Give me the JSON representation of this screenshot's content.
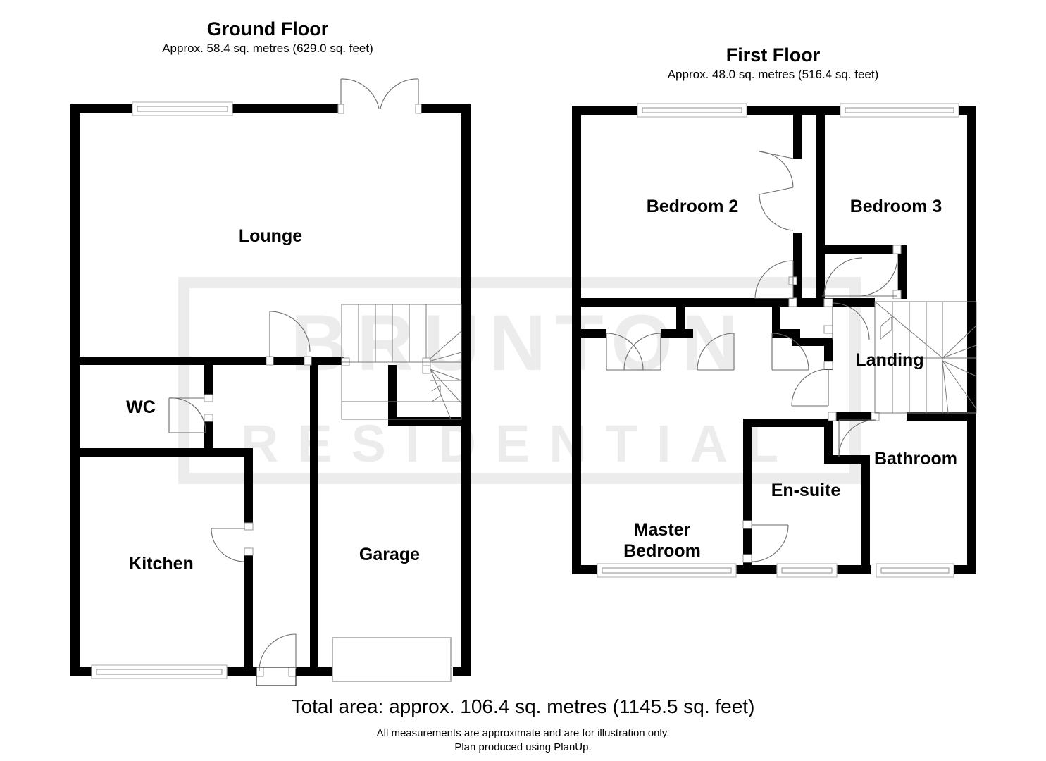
{
  "document": {
    "type": "floor-plan",
    "watermark": {
      "line1": "BRUNTON",
      "line2": "RESIDENTIAL",
      "color": "#ececec"
    }
  },
  "ground_floor": {
    "title": "Ground Floor",
    "subtitle": "Approx. 58.4 sq. metres (629.0 sq. feet)",
    "area_sq_metres": "58.4",
    "area_sq_feet": "629.0",
    "rooms": [
      {
        "name": "Lounge",
        "label": "Lounge"
      },
      {
        "name": "WC",
        "label": "WC"
      },
      {
        "name": "Kitchen",
        "label": "Kitchen"
      },
      {
        "name": "Garage",
        "label": "Garage"
      }
    ]
  },
  "first_floor": {
    "title": "First Floor",
    "subtitle": "Approx. 48.0 sq. metres (516.4 sq. feet)",
    "area_sq_metres": "48.0",
    "area_sq_feet": "516.4",
    "rooms": [
      {
        "name": "Bedroom 2",
        "label": "Bedroom 2"
      },
      {
        "name": "Bedroom 3",
        "label": "Bedroom 3"
      },
      {
        "name": "Landing",
        "label": "Landing"
      },
      {
        "name": "Bathroom",
        "label": "Bathroom"
      },
      {
        "name": "En-suite",
        "label": "En-suite"
      },
      {
        "name": "Master Bedroom",
        "label_line1": "Master",
        "label_line2": "Bedroom"
      }
    ]
  },
  "footer": {
    "total": "Total area: approx. 106.4 sq. metres (1145.5 sq. feet)",
    "total_sq_metres": "106.4",
    "total_sq_feet": "1145.5",
    "note1": "All measurements are approximate and are for illustration only.",
    "note2": "Plan produced using PlanUp."
  }
}
